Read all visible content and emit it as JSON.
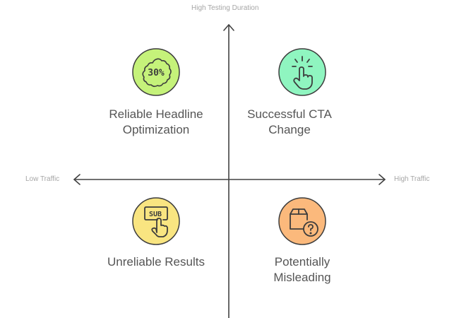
{
  "axes": {
    "y_top_label": "High Testing Duration",
    "x_left_label": "Low Traffic",
    "x_right_label": "High Traffic"
  },
  "quadrants": [
    {
      "position": "top-left",
      "line1": "Reliable Headline",
      "line2": "Optimization",
      "icon": "badge-30-percent-icon",
      "color": "#c5f27a"
    },
    {
      "position": "top-right",
      "line1": "Successful CTA",
      "line2": "Change",
      "icon": "tap-hand-icon",
      "color": "#8ff5c0"
    },
    {
      "position": "bottom-left",
      "line1": "Unreliable Results",
      "line2": "",
      "icon": "subscribe-button-click-icon",
      "color": "#f9e581"
    },
    {
      "position": "bottom-right",
      "line1": "Potentially",
      "line2": "Misleading",
      "icon": "box-question-icon",
      "color": "#fbb97c"
    }
  ],
  "icon_text": {
    "badge": "30%",
    "sub": "SUB"
  },
  "colors": {
    "axis": "#424242",
    "label": "#555555",
    "axis_label": "#a6a6a6",
    "icon_stroke": "#3d3d3d"
  }
}
